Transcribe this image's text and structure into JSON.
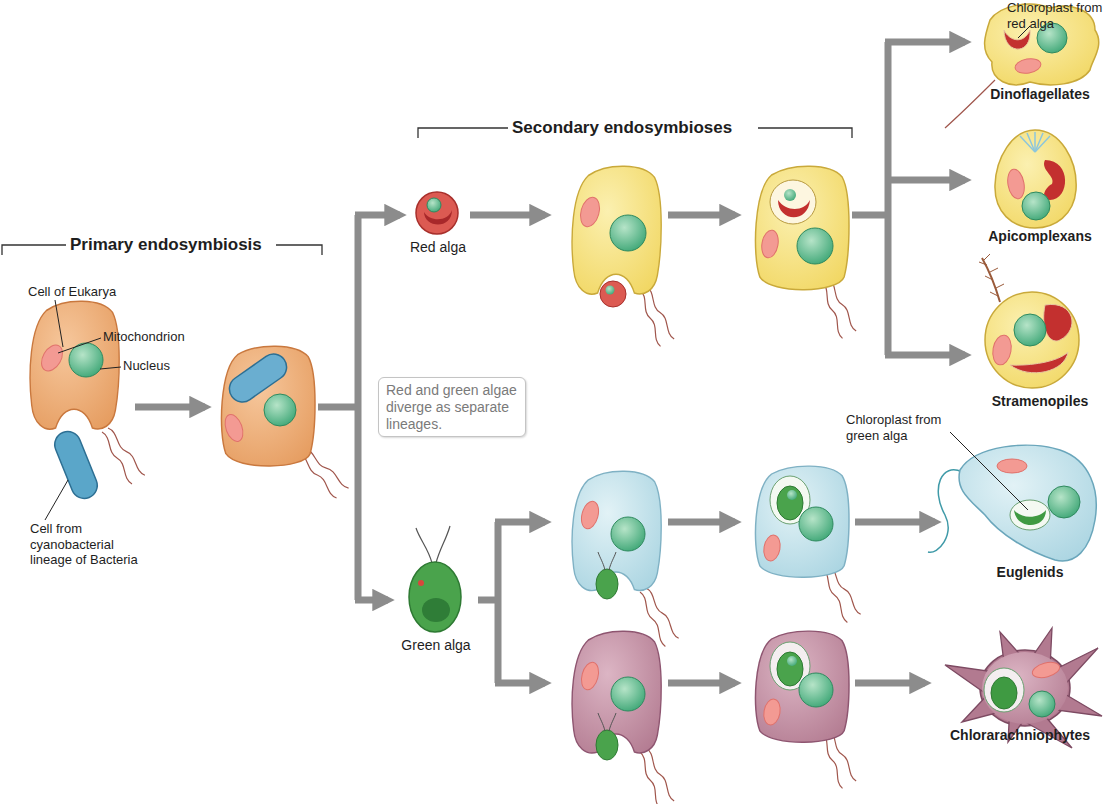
{
  "diagram": {
    "nodes": [
      {
        "text": [
          "Red alga"
        ]
      },
      {
        "text": [
          "Red and green algae diverge as separate lineages."
        ]
      },
      {
        "text": [
          "Green alga"
        ]
      },
      {
        "text": [
          "Dinoflagellates"
        ]
      },
      {
        "text": [
          "Apicomplexans"
        ]
      },
      {
        "text": [
          "Stramenopiles"
        ]
      },
      {
        "text": [
          "Euglenids"
        ]
      },
      {
        "text": [
          "Chlorarachniophytes"
        ]
      }
    ],
    "labels": [
      "Chloroplast from red alga",
      "Secondary endosymbioses",
      "Primary endosymbiosis",
      "Cell of Eukarya",
      "Mitochondrion",
      "Nucleus",
      "Chloroplast from green alga",
      "Cell from cyanobacterial lineage of Bacteria"
    ]
  }
}
